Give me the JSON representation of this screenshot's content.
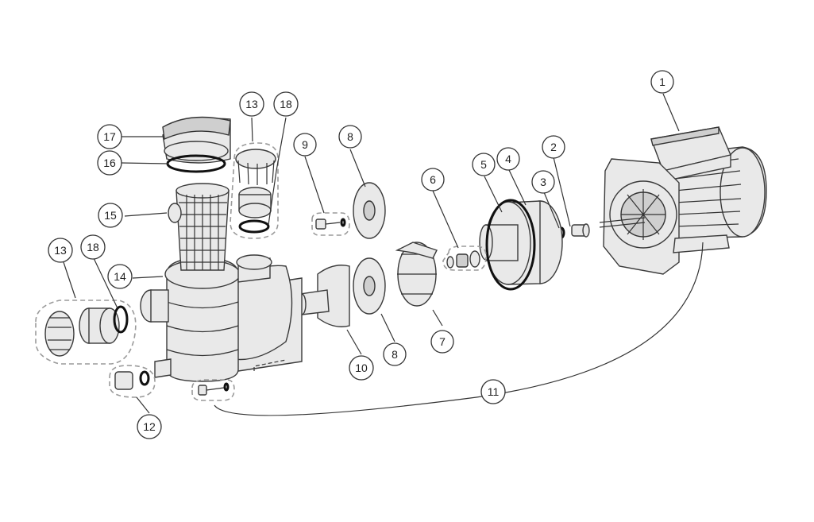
{
  "callouts": [
    {
      "id": "c1",
      "label": "1"
    },
    {
      "id": "c2",
      "label": "2"
    },
    {
      "id": "c3",
      "label": "3"
    },
    {
      "id": "c4",
      "label": "4"
    },
    {
      "id": "c5",
      "label": "5"
    },
    {
      "id": "c6",
      "label": "6"
    },
    {
      "id": "c7",
      "label": "7"
    },
    {
      "id": "c8a",
      "label": "8"
    },
    {
      "id": "c8b",
      "label": "8"
    },
    {
      "id": "c9",
      "label": "9"
    },
    {
      "id": "c10",
      "label": "10"
    },
    {
      "id": "c11",
      "label": "11"
    },
    {
      "id": "c12",
      "label": "12"
    },
    {
      "id": "c13a",
      "label": "13"
    },
    {
      "id": "c13b",
      "label": "13"
    },
    {
      "id": "c14",
      "label": "14"
    },
    {
      "id": "c15",
      "label": "15"
    },
    {
      "id": "c16",
      "label": "16"
    },
    {
      "id": "c17",
      "label": "17"
    },
    {
      "id": "c18a",
      "label": "18"
    },
    {
      "id": "c18b",
      "label": "18"
    }
  ],
  "colors": {
    "line": "#333333",
    "fill": "#e9e9e9",
    "dash": "#9a9a9a"
  }
}
